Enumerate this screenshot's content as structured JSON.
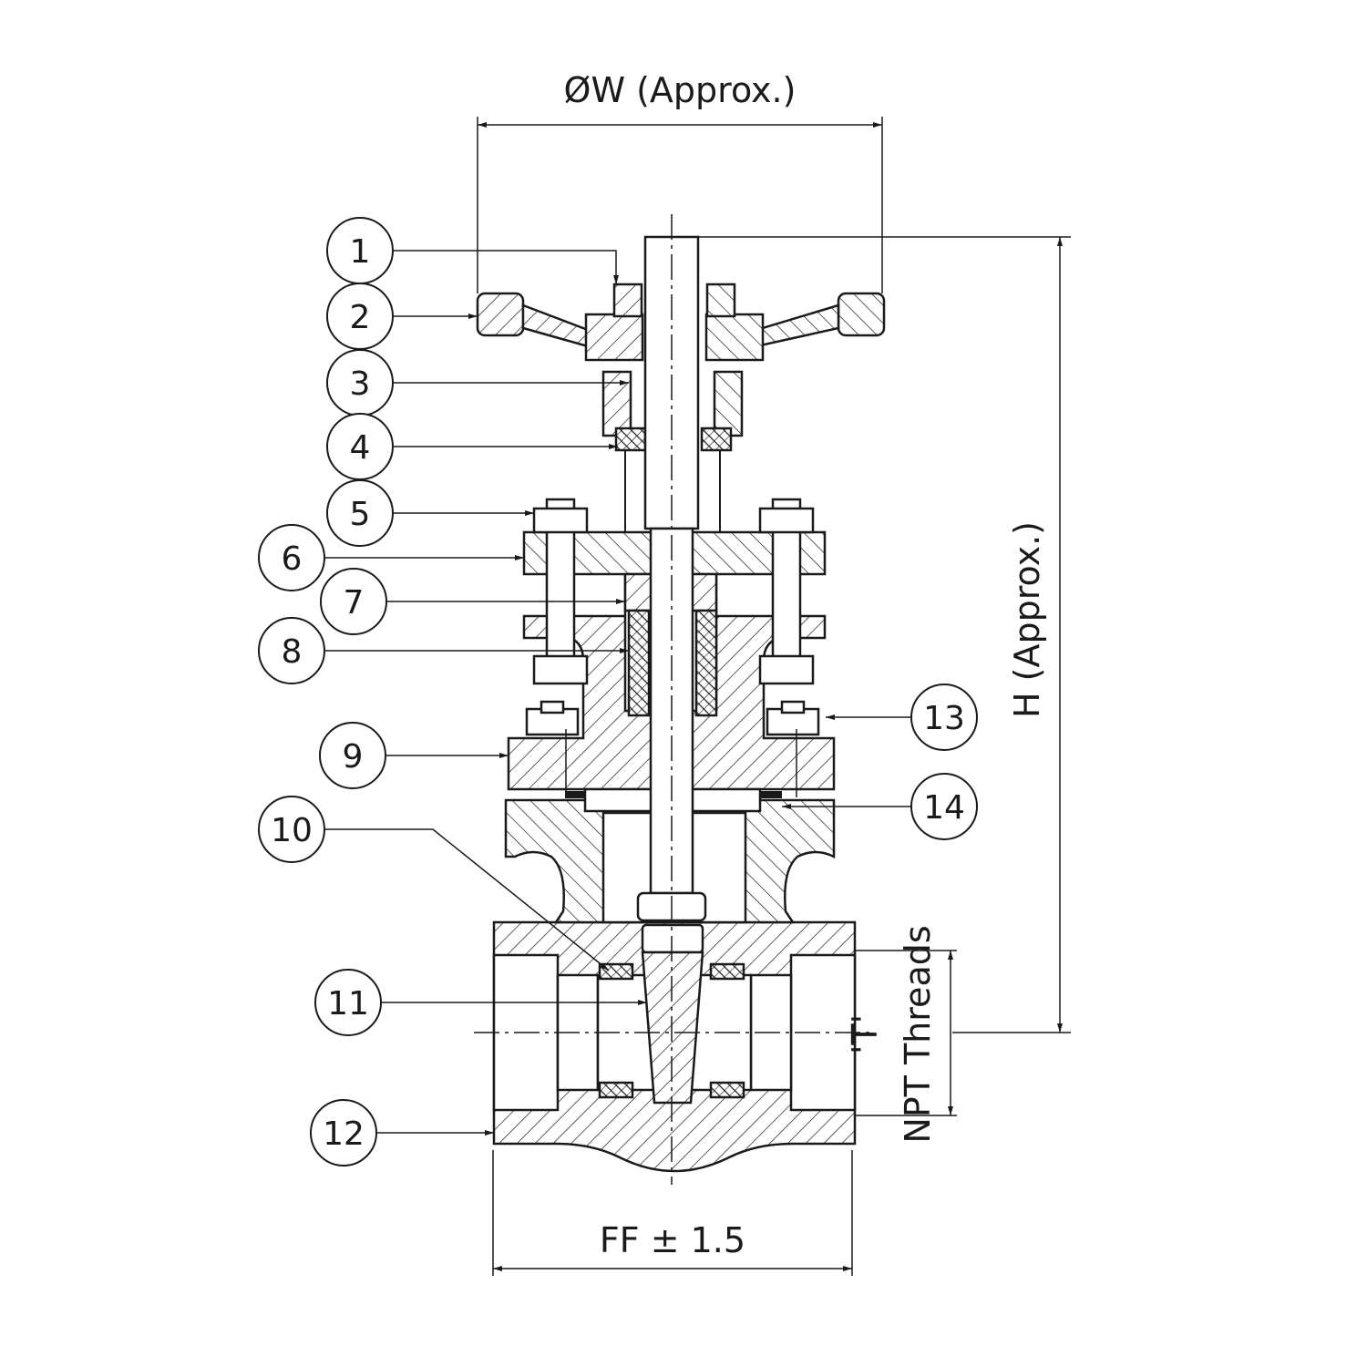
{
  "dimensions": {
    "width_label": "ØW (Approx.)",
    "height_label": "H (Approx.)",
    "face_to_face_label": "FF ± 1.5",
    "thread_label": "NPT Threads",
    "thread_size_label": "'T'"
  },
  "balloons": [
    {
      "id": "1",
      "label": "1"
    },
    {
      "id": "2",
      "label": "2"
    },
    {
      "id": "3",
      "label": "3"
    },
    {
      "id": "4",
      "label": "4"
    },
    {
      "id": "5",
      "label": "5"
    },
    {
      "id": "6",
      "label": "6"
    },
    {
      "id": "7",
      "label": "7"
    },
    {
      "id": "8",
      "label": "8"
    },
    {
      "id": "9",
      "label": "9"
    },
    {
      "id": "10",
      "label": "10"
    },
    {
      "id": "11",
      "label": "11"
    },
    {
      "id": "12",
      "label": "12"
    },
    {
      "id": "13",
      "label": "13"
    },
    {
      "id": "14",
      "label": "14"
    }
  ],
  "colors": {
    "line": "#1a1a1a",
    "background": "#ffffff"
  }
}
